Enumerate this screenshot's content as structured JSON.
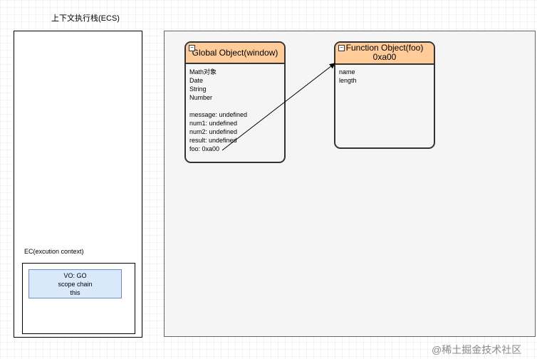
{
  "stack": {
    "title": "上下文执行栈(ECS)",
    "ec_label": "EC(excution context)",
    "vo_lines": [
      "VO: GO",
      "scope chain",
      "this"
    ]
  },
  "global_object": {
    "title": "Global Object(window)",
    "fields": [
      "Math对象",
      "Date",
      "String",
      "Number",
      "",
      "message: undefined",
      "num1: undefined",
      "num2: undefined",
      "result: undefined",
      "foo: 0xa00"
    ]
  },
  "function_object": {
    "title": "Function Object(foo)",
    "address": "0xa00",
    "fields": [
      "name",
      "length"
    ]
  },
  "watermark": "@稀土掘金技术社区",
  "colors": {
    "object_header": "#ffcc99",
    "vo_fill": "#dae8fc",
    "vo_border": "#6c8ebf",
    "heap_fill": "#f5f5f5"
  }
}
